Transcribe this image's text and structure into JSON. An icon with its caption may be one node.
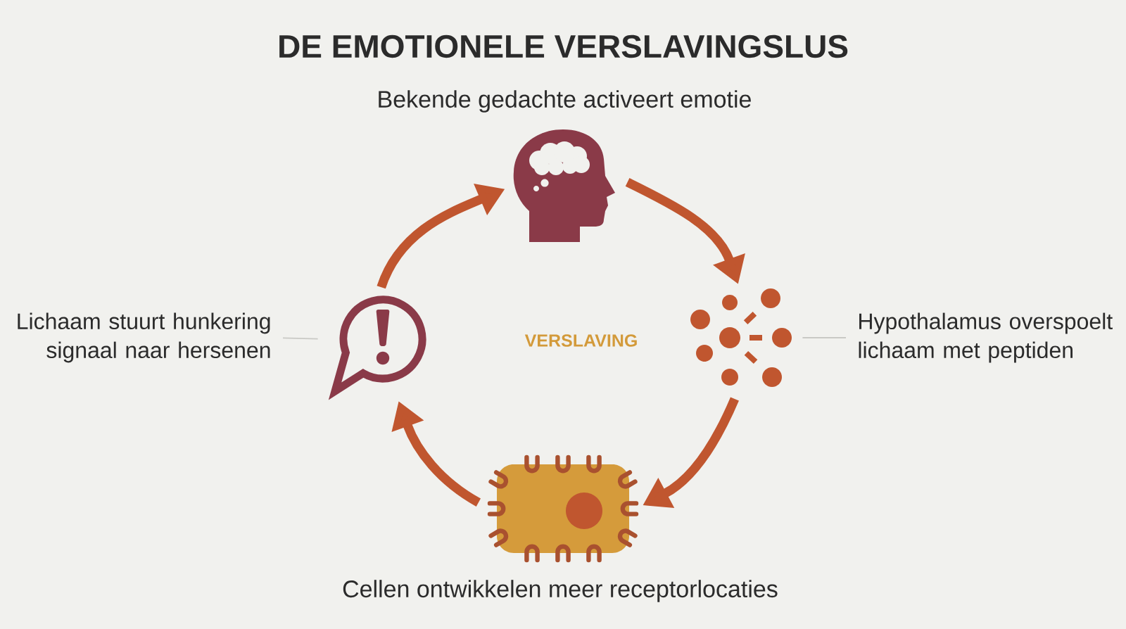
{
  "diagram": {
    "title": "DE EMOTIONELE VERSLAVINGSLUS",
    "nodes": [
      {
        "text": [],
        "shape": "picture",
        "beside": [
          "Bekende gedachte activeert emotie"
        ]
      },
      {
        "text": [
          "Lichaam stuurt hunkering signaal naar hersenen"
        ]
      },
      {
        "text": [],
        "shape": "picture"
      },
      {
        "text": [],
        "shape": "picture"
      },
      {
        "text": [
          "Hypothalamus overspoelt lichaam met peptiden"
        ]
      },
      {
        "text": [],
        "shape": "picture",
        "beside": [
          "Cellen ontwikkelen meer receptorlocaties"
        ]
      }
    ],
    "edges": [
      {
        "from": 0,
        "to": 3,
        "arrow": "to"
      },
      {
        "from": 3,
        "to": 5,
        "arrow": "to"
      },
      {
        "from": 5,
        "to": 2,
        "arrow": "to"
      },
      {
        "from": 2,
        "to": 0,
        "arrow": "to"
      },
      {
        "from": 1,
        "to": 2,
        "arrow": "none",
        "color": "#c9c9c5"
      },
      {
        "from": 4,
        "to": 3,
        "arrow": "none",
        "color": "#c9c9c5"
      }
    ],
    "labels": [
      "VERSLAVING"
    ]
  }
}
